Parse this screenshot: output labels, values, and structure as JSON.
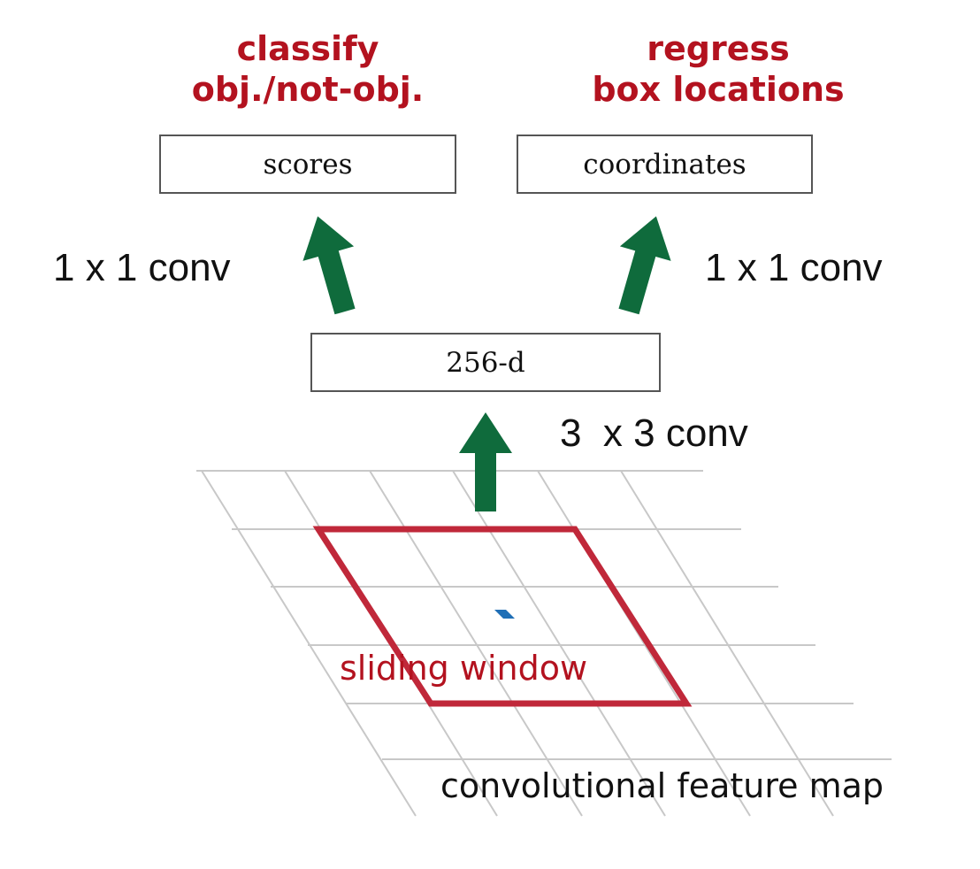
{
  "heads": {
    "classify": {
      "line1": "classify",
      "line2": "obj./not-obj."
    },
    "regress": {
      "line1": "regress",
      "line2": "box locations"
    }
  },
  "boxes": {
    "scores": "scores",
    "coordinates": "coordinates",
    "intermediate": "256-d"
  },
  "convs": {
    "left": "1 x 1 conv",
    "right": "1 x 1 conv",
    "middle": "3  x 3 conv"
  },
  "feature_map": {
    "window_label": "sliding window",
    "map_label": "convolutional feature map"
  },
  "colors": {
    "head_text": "#b3121f",
    "arrow": "#0f6b3c",
    "window": "#c0283a",
    "grid": "#c8c8c8",
    "center_mark": "#1f6fb6"
  }
}
